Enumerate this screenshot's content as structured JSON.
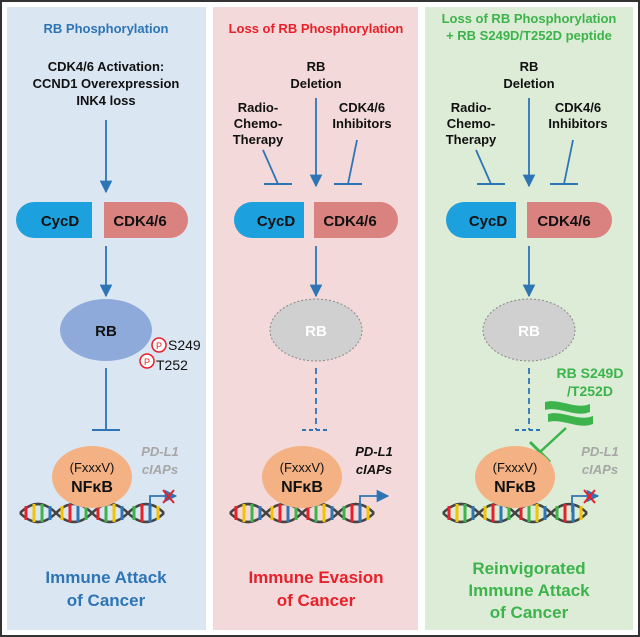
{
  "colors": {
    "panel1_bg": "#dbe6f3",
    "panel2_bg": "#f3d9d9",
    "panel3_bg": "#dcecd6",
    "blue_title": "#2e75b6",
    "red_title": "#e8202a",
    "green_title": "#3cb44b",
    "arrow_blue": "#2e75b6",
    "cycd_fill": "#1da1de",
    "cdk_fill": "#d9827f",
    "rb_fill": "#8eaadb",
    "rb_grey": "#d0d0d0",
    "nfkb_fill": "#f4b183",
    "grey_text": "#a6a6a6",
    "x_red": "#e8202a",
    "peptide_green": "#3cb44b"
  },
  "panel1": {
    "title": "RB Phosphorylation",
    "activation_lines": [
      "CDK4/6 Activation:",
      "CCND1 Overexpression",
      "INK4 loss"
    ],
    "cycd": "CycD",
    "cdk": "CDK4/6",
    "rb": "RB",
    "phospho_symbol": "P",
    "site1": "S249",
    "site2": "T252",
    "motif": "(FxxxV)",
    "nfkb": "NFκB",
    "targets": [
      "PD-L1",
      "cIAPs"
    ],
    "outcome": [
      "Immune Attack",
      "of Cancer"
    ]
  },
  "panel2": {
    "title": "Loss of RB Phosphorylation",
    "deletion": [
      "RB",
      "Deletion"
    ],
    "therapy": [
      "Radio-",
      "Chemo-",
      "Therapy"
    ],
    "inhibitors": [
      "CDK4/6",
      "Inhibitors"
    ],
    "cycd": "CycD",
    "cdk": "CDK4/6",
    "rb": "RB",
    "motif": "(FxxxV)",
    "nfkb": "NFκB",
    "targets": [
      "PD-L1",
      "cIAPs"
    ],
    "outcome": [
      "Immune Evasion",
      "of Cancer"
    ]
  },
  "panel3": {
    "title": [
      "Loss of RB Phosphorylation",
      "+ RB S249D/T252D peptide"
    ],
    "deletion": [
      "RB",
      "Deletion"
    ],
    "therapy": [
      "Radio-",
      "Chemo-",
      "Therapy"
    ],
    "inhibitors": [
      "CDK4/6",
      "Inhibitors"
    ],
    "cycd": "CycD",
    "cdk": "CDK4/6",
    "rb": "RB",
    "peptide": [
      "RB S249D",
      "/T252D"
    ],
    "motif": "(FxxxV)",
    "nfkb": "NFκB",
    "targets": [
      "PD-L1",
      "cIAPs"
    ],
    "outcome": [
      "Reinvigorated",
      "Immune Attack",
      "of Cancer"
    ]
  }
}
